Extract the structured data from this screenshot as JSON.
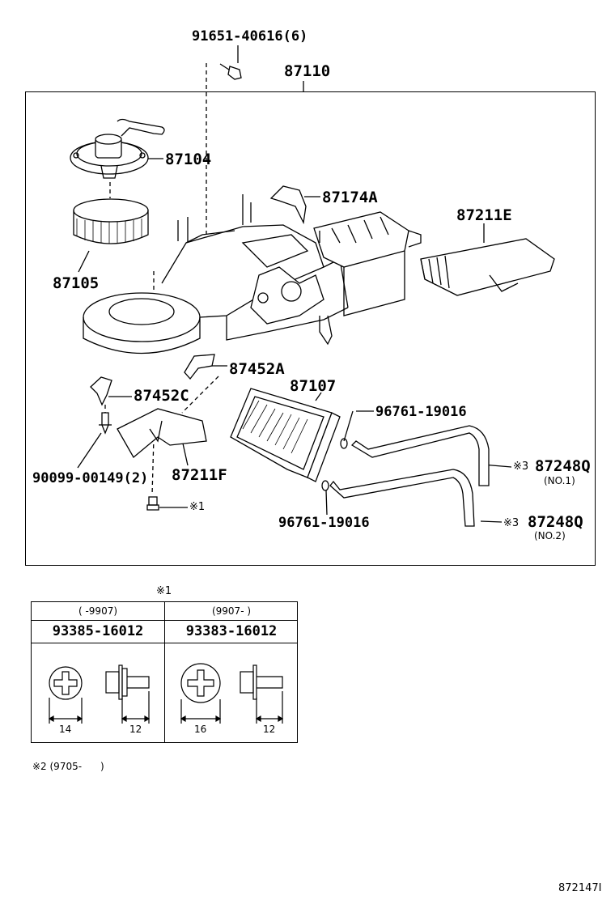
{
  "labels": {
    "bolt_top": "91651-40616(6)",
    "unit": "87110",
    "motor": "87104",
    "bracket_a": "87174A",
    "duct_e": "87211E",
    "fan": "87105",
    "bracket_452a": "87452A",
    "core": "87107",
    "oring_1": "96761-19016",
    "bracket_452c": "87452C",
    "screw": "90099-00149(2)",
    "duct_f": "87211F",
    "mark1": "※1",
    "oring_2": "96761-19016",
    "pipe_no1_mark": "※3",
    "pipe_no1": "87248Q",
    "pipe_no1_sub": "(NO.1)",
    "pipe_no2_mark": "※3",
    "pipe_no2": "87248Q",
    "pipe_no2_sub": "(NO.2)"
  },
  "table": {
    "mark": "※1",
    "columns": [
      {
        "period": "(     -9907)",
        "part": "93385-16012",
        "dim_head": "14",
        "dim_len": "12"
      },
      {
        "period": "(9907-     )",
        "part": "93383-16012",
        "dim_head": "16",
        "dim_len": "12"
      }
    ]
  },
  "note2": "※2 (9705-      )",
  "diagram_id": "872147I"
}
